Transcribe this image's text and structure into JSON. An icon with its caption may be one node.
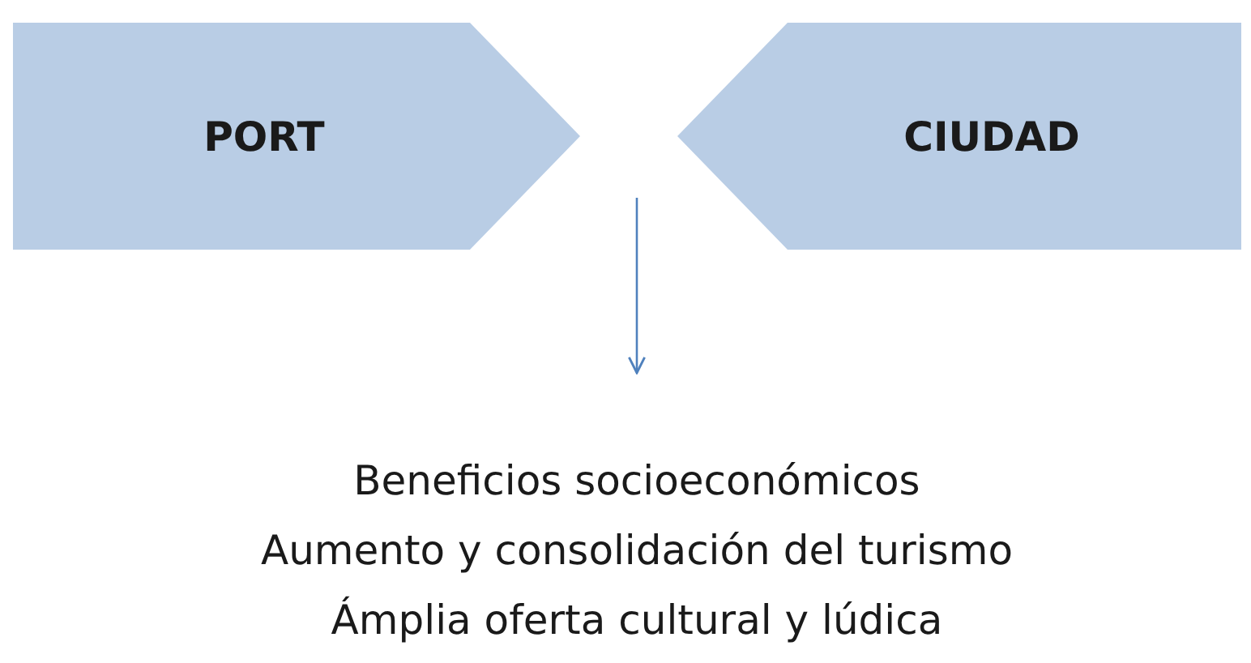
{
  "diagram": {
    "nodes": [
      {
        "text": [
          "PORT"
        ]
      },
      {
        "text": [
          "CIUDAD"
        ]
      },
      {
        "text": [
          "Beneficios socioeconómicos",
          "Aumento y consolidación del turismo",
          "Ámplia oferta cultural y lúdica"
        ]
      }
    ],
    "edges": [
      {
        "from": null,
        "to": 2,
        "arrow": "to",
        "color": "#4f81bd"
      }
    ]
  }
}
